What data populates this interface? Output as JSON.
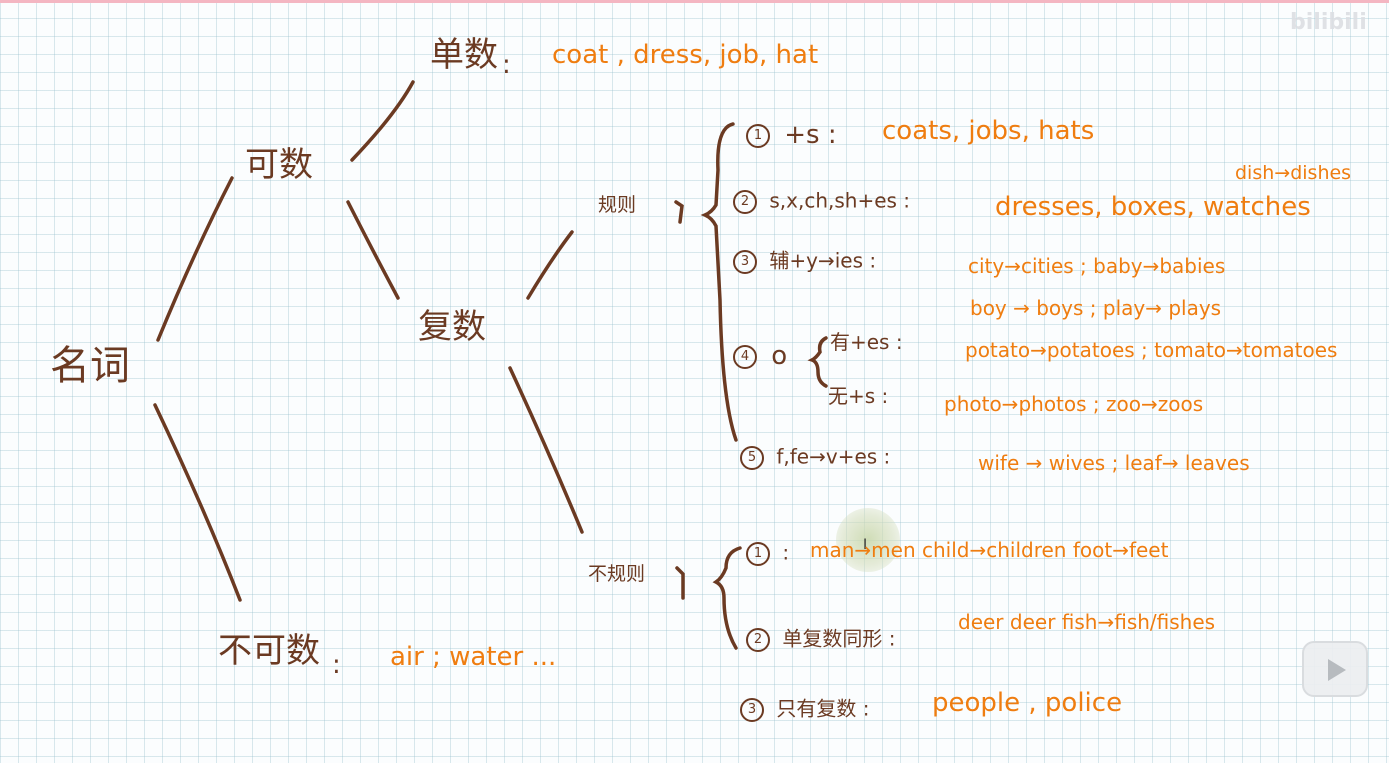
{
  "root": "名词",
  "countable": {
    "label": "可数",
    "singular": {
      "label": "单数",
      "colon": ":",
      "examples": "coat , dress, job, hat"
    },
    "plural": {
      "label": "复数",
      "regular": {
        "label": "规则",
        "rules": [
          {
            "num": "1",
            "rule": "+s",
            "colon": ":",
            "examples": "coats, jobs, hats"
          },
          {
            "num": "2",
            "rule": "s,x,ch,sh+es",
            "colon": ":",
            "examples": "dresses, boxes, watches",
            "extra": "dish→dishes"
          },
          {
            "num": "3",
            "rule": "辅+y→ies",
            "colon": ":",
            "examples": "city→cities ; baby→babies",
            "examples2": "boy → boys ; play→ plays"
          },
          {
            "num": "4",
            "rule": "o",
            "sub1": "有+es",
            "colon1": ":",
            "examples1": "potato→potatoes ; tomato→tomatoes",
            "sub2": "无+s",
            "colon2": ":",
            "examples2": "photo→photos ; zoo→zoos"
          },
          {
            "num": "5",
            "rule": "f,fe→v+es",
            "colon": ":",
            "examples": "wife → wives ; leaf→ leaves"
          }
        ]
      },
      "irregular": {
        "label": "不规则",
        "rules": [
          {
            "num": "1",
            "colon": ":",
            "examples": "man→men   child→children   foot→feet"
          },
          {
            "num": "2",
            "label": "单复数同形",
            "colon": ":",
            "examples": "deer  deer   fish→fish/fishes"
          },
          {
            "num": "3",
            "label": "只有复数",
            "colon": ":",
            "examples": "people , police"
          }
        ]
      }
    }
  },
  "uncountable": {
    "label": "不可数",
    "colon": ":",
    "examples": "air ; water ..."
  },
  "watermark": "bilibili",
  "colors": {
    "brown": "#6b3a22",
    "orange": "#ef7d10",
    "grid": "#cfe0e6"
  }
}
